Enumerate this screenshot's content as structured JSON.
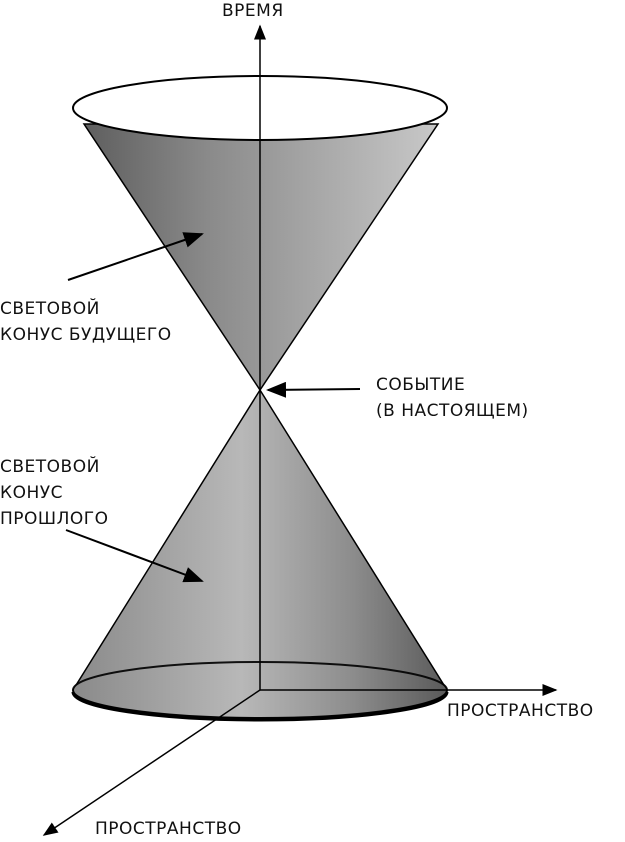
{
  "title": "Световой конус",
  "labels": {
    "time_axis": "ВРЕМЯ",
    "future_cone": [
      "СВЕТОВОЙ",
      "КОНУС БУДУЩЕГО"
    ],
    "event": [
      "СОБЫТИЕ",
      "(В НАСТОЯЩЕМ)"
    ],
    "past_cone": [
      "СВЕТОВОЙ",
      "КОНУС",
      "ПРОШЛОГО"
    ],
    "space_axis_x": "ПРОСТРАНСТВО",
    "space_axis_y": "ПРОСТРАНСТВО"
  },
  "colors": {
    "cone_dark": "#6e6e6e",
    "cone_light": "#b5b5b5",
    "line": "#000000"
  }
}
